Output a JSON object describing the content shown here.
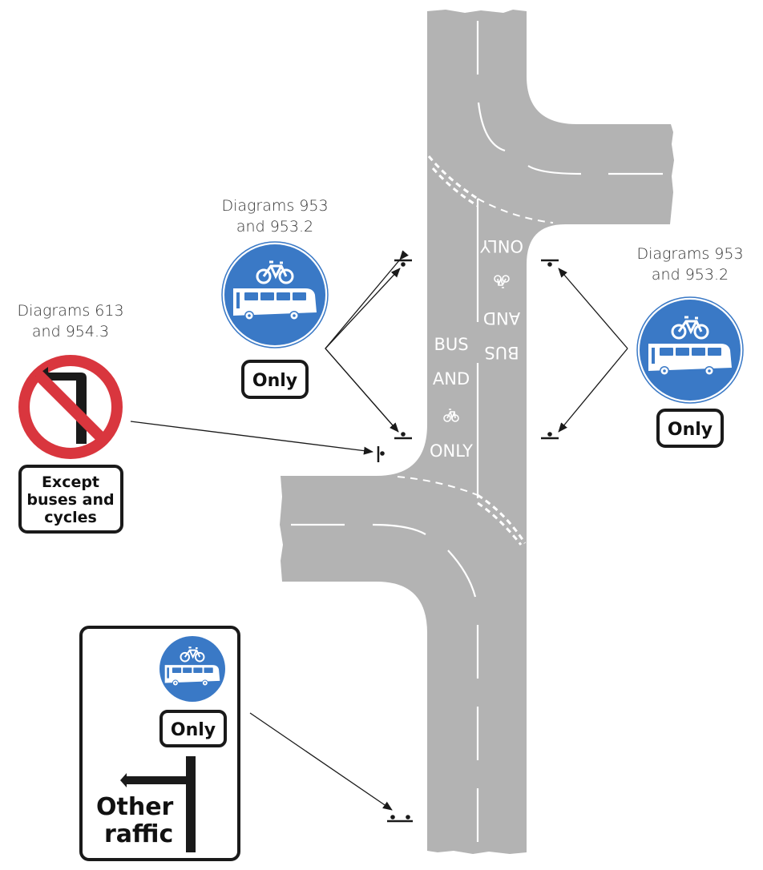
{
  "colors": {
    "road": "#b3b3b3",
    "road_marking": "#ffffff",
    "sign_blue": "#3a79c6",
    "sign_red": "#d9363e",
    "sign_black": "#1a1a1a",
    "leader_line": "#1a1a1a",
    "caption_text": "#333333"
  },
  "captions": {
    "left": {
      "line1": "Diagrams 613",
      "line2": "and 954.3"
    },
    "center": {
      "line1": "Diagrams 953",
      "line2": "and 953.2"
    },
    "right": {
      "line1": "Diagrams 953",
      "line2": "and 953.2"
    }
  },
  "signs": {
    "no_left_turn": {
      "icon": "no-left-turn-icon",
      "plate_lines": [
        "Except",
        "buses and",
        "cycles"
      ]
    },
    "bus_cycle_only_center": {
      "icon": "bus-and-cycle-icon",
      "plate": "Only"
    },
    "bus_cycle_only_right": {
      "icon": "bus-and-cycle-icon",
      "plate": "Only"
    },
    "advance_direction": {
      "icon": "bus-and-cycle-icon",
      "plate": "Only",
      "text_lines": [
        "Other",
        "raffic"
      ],
      "arrow": "left-turn-arrow"
    }
  },
  "road_markings": {
    "northbound_lane": [
      "BUS",
      "AND",
      "cycle-symbol",
      "ONLY"
    ],
    "southbound_lane": [
      "BUS",
      "AND",
      "cycle-symbol",
      "ONLY"
    ]
  }
}
